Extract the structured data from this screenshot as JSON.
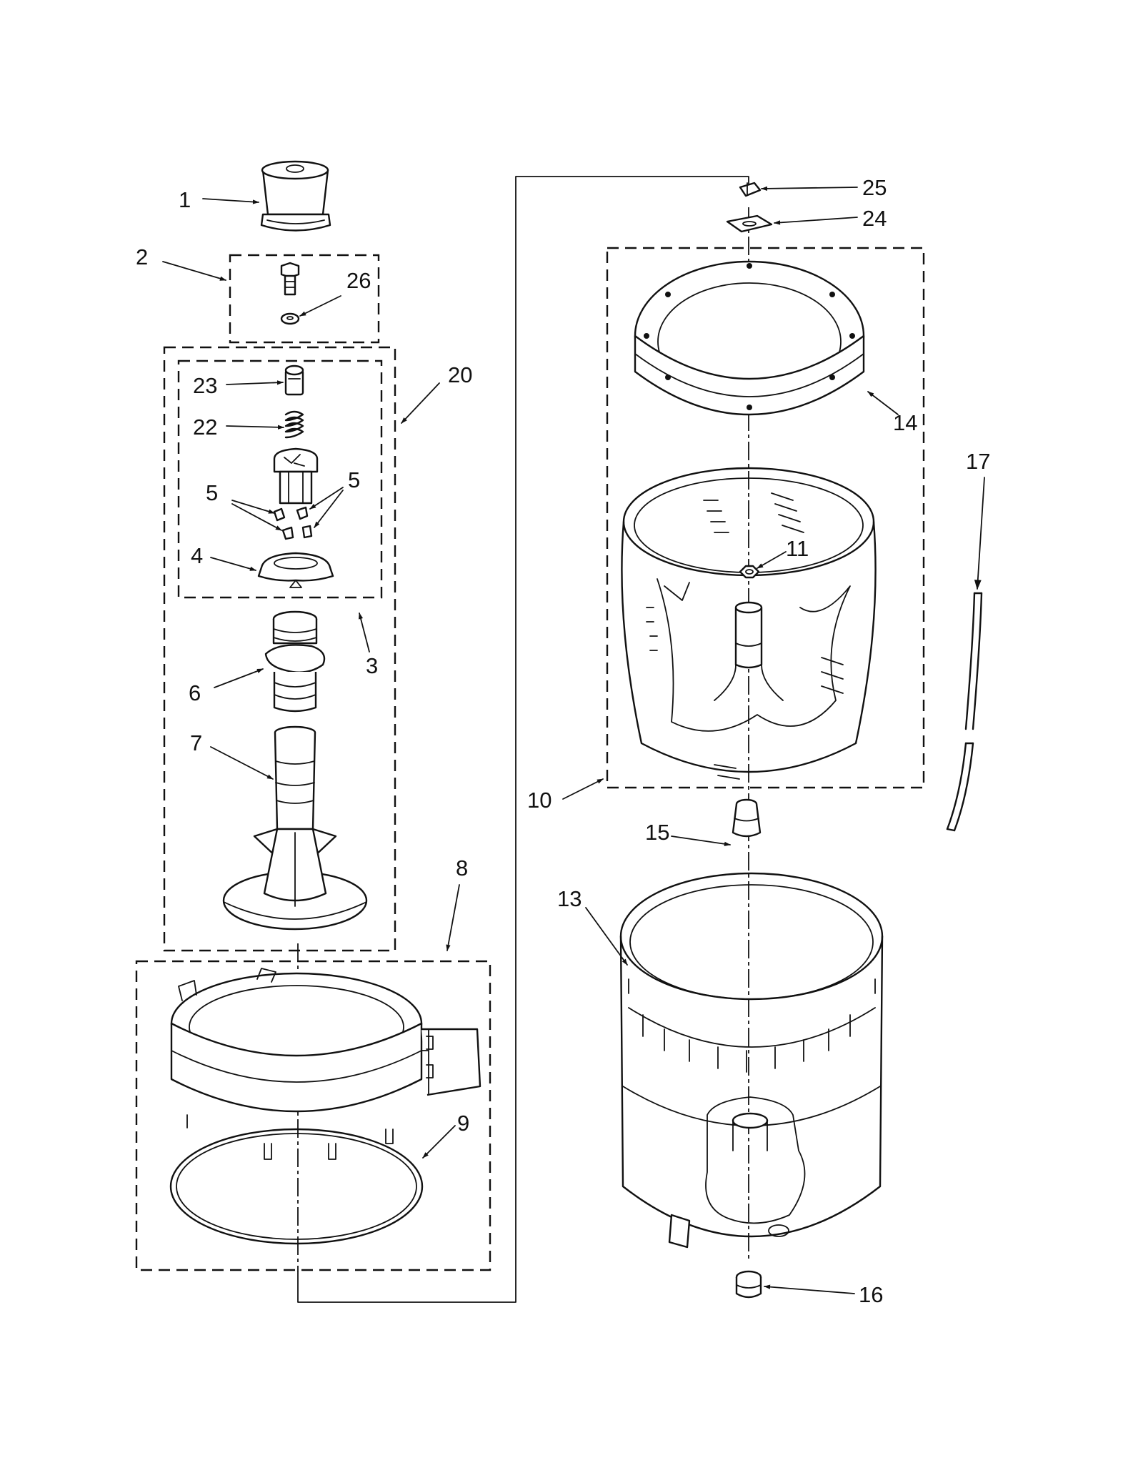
{
  "diagram": {
    "colors": {
      "ink": "#111111",
      "paper": "#ffffff"
    },
    "callouts": [
      {
        "id": "c1",
        "text": "1"
      },
      {
        "id": "c2",
        "text": "2"
      },
      {
        "id": "c26",
        "text": "26"
      },
      {
        "id": "c20",
        "text": "20"
      },
      {
        "id": "c23",
        "text": "23"
      },
      {
        "id": "c22",
        "text": "22"
      },
      {
        "id": "c5a",
        "text": "5"
      },
      {
        "id": "c5b",
        "text": "5"
      },
      {
        "id": "c4",
        "text": "4"
      },
      {
        "id": "c3",
        "text": "3"
      },
      {
        "id": "c6",
        "text": "6"
      },
      {
        "id": "c7",
        "text": "7"
      },
      {
        "id": "c8",
        "text": "8"
      },
      {
        "id": "c9",
        "text": "9"
      },
      {
        "id": "c25",
        "text": "25"
      },
      {
        "id": "c24",
        "text": "24"
      },
      {
        "id": "c14",
        "text": "14"
      },
      {
        "id": "c17",
        "text": "17"
      },
      {
        "id": "c11",
        "text": "11"
      },
      {
        "id": "c10",
        "text": "10"
      },
      {
        "id": "c15",
        "text": "15"
      },
      {
        "id": "c13",
        "text": "13"
      },
      {
        "id": "c16",
        "text": "16"
      }
    ]
  }
}
